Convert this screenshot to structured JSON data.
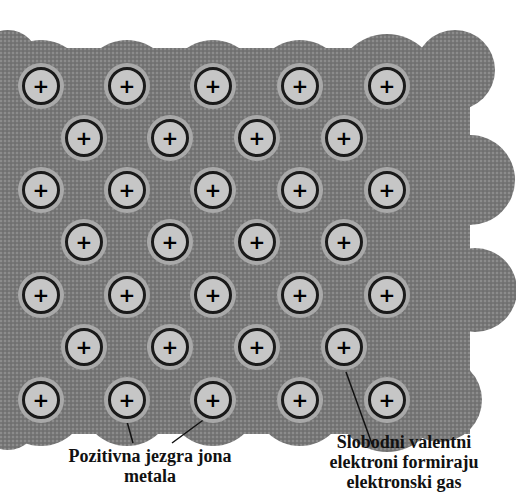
{
  "diagram": {
    "nodes": [
      {
        "text": [
          "+"
        ]
      },
      {
        "text": [
          "+"
        ]
      },
      {
        "text": [
          "+"
        ]
      },
      {
        "text": [
          "+"
        ]
      },
      {
        "text": [
          "+"
        ]
      },
      {
        "text": [
          "+"
        ]
      },
      {
        "text": [
          "+"
        ]
      },
      {
        "text": [
          "+"
        ]
      },
      {
        "text": [
          "+"
        ]
      },
      {
        "text": [
          "+"
        ]
      },
      {
        "text": [
          "+"
        ]
      },
      {
        "text": [
          "+"
        ]
      },
      {
        "text": [
          "+"
        ]
      },
      {
        "text": [
          "+"
        ]
      },
      {
        "text": [
          "+"
        ]
      },
      {
        "text": [
          "+"
        ]
      },
      {
        "text": [
          "+"
        ]
      },
      {
        "text": [
          "+"
        ]
      },
      {
        "text": [
          "+"
        ]
      },
      {
        "text": [
          "+"
        ]
      },
      {
        "text": [
          "+"
        ]
      },
      {
        "text": [
          "+"
        ]
      },
      {
        "text": [
          "+"
        ]
      },
      {
        "text": [
          "+"
        ]
      },
      {
        "text": [
          "+"
        ]
      },
      {
        "text": [
          "+"
        ]
      },
      {
        "text": [
          "+"
        ]
      },
      {
        "text": [
          "+"
        ]
      },
      {
        "text": [
          "+"
        ]
      },
      {
        "text": [
          "+"
        ]
      },
      {
        "text": [
          "+"
        ]
      },
      {
        "text": [
          "+"
        ]
      }
    ],
    "labels": [
      "Pozitivna jezgra jona metala",
      "Slobodni valentni elektroni formiraju elektronski gas"
    ]
  }
}
